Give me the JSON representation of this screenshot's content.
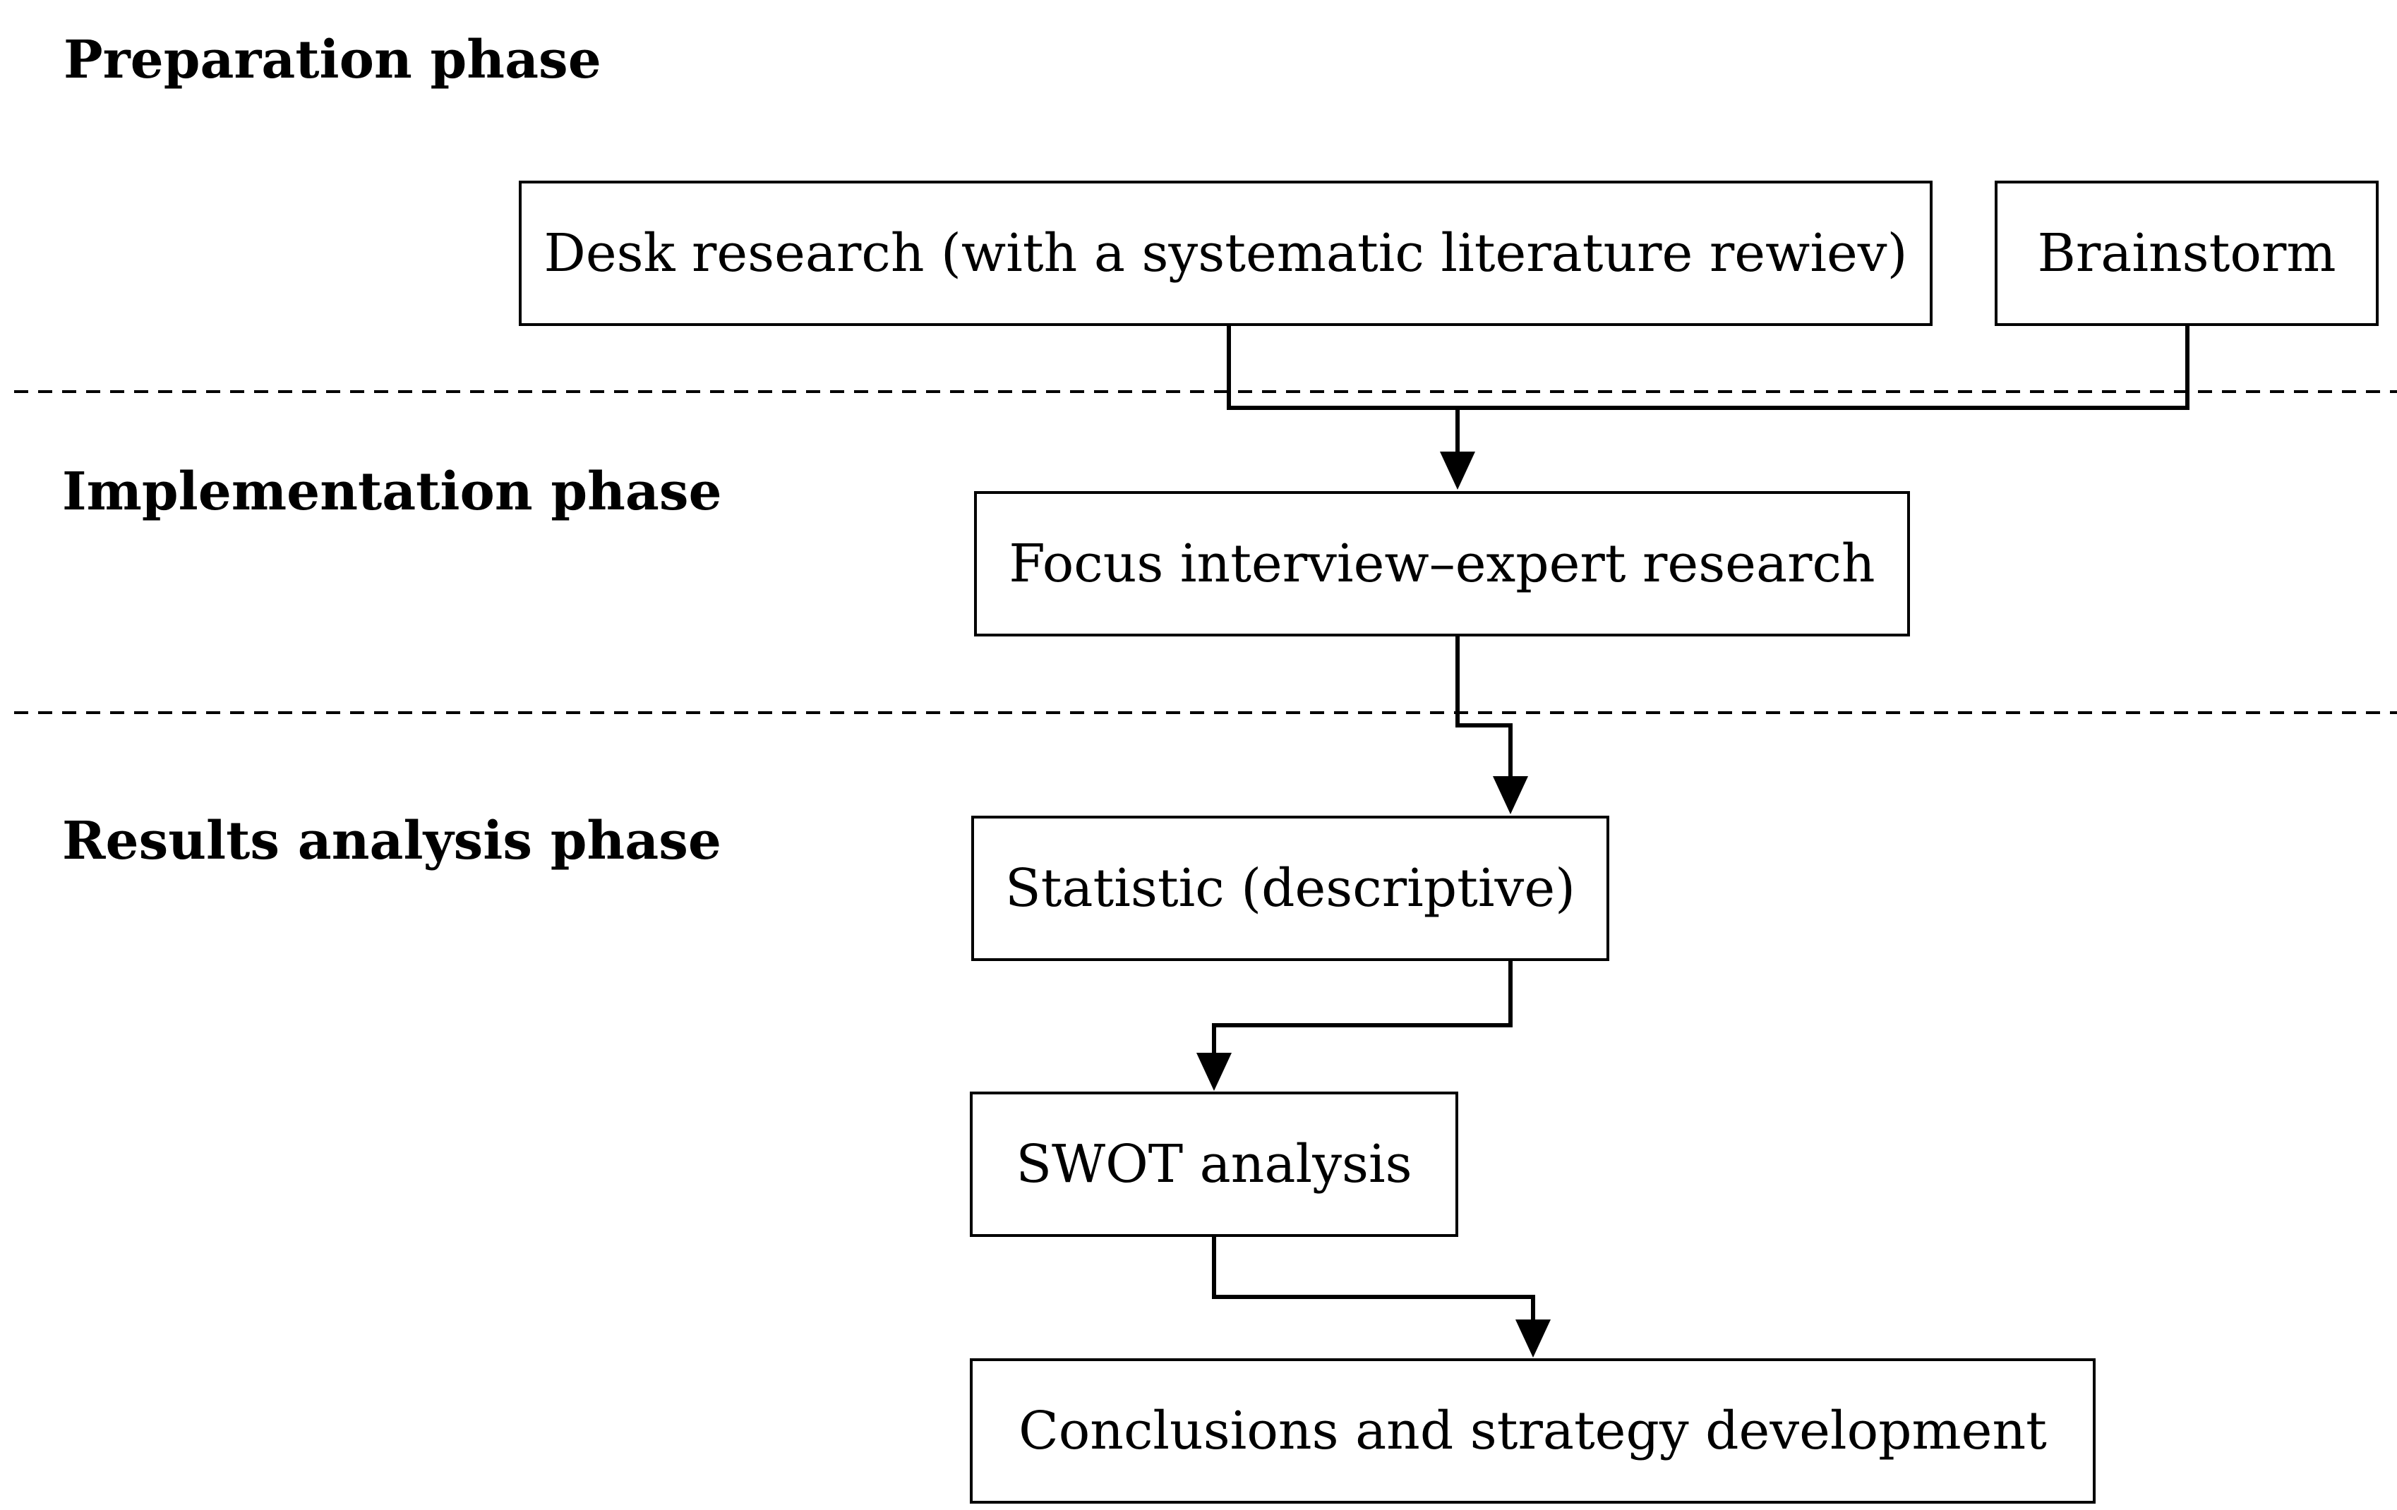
{
  "phases": {
    "preparation": "Preparation phase",
    "implementation": "Implementation phase",
    "results": "Results analysis phase"
  },
  "nodes": {
    "desk_research": "Desk research (with a systematic literature rewiev)",
    "brainstorm": "Brainstorm",
    "focus_interview": "Focus interview–expert research",
    "statistic": "Statistic (descriptive)",
    "swot": "SWOT analysis",
    "conclusions": "Conclusions and strategy development"
  },
  "colors": {
    "line": "#000000",
    "background": "#ffffff"
  }
}
